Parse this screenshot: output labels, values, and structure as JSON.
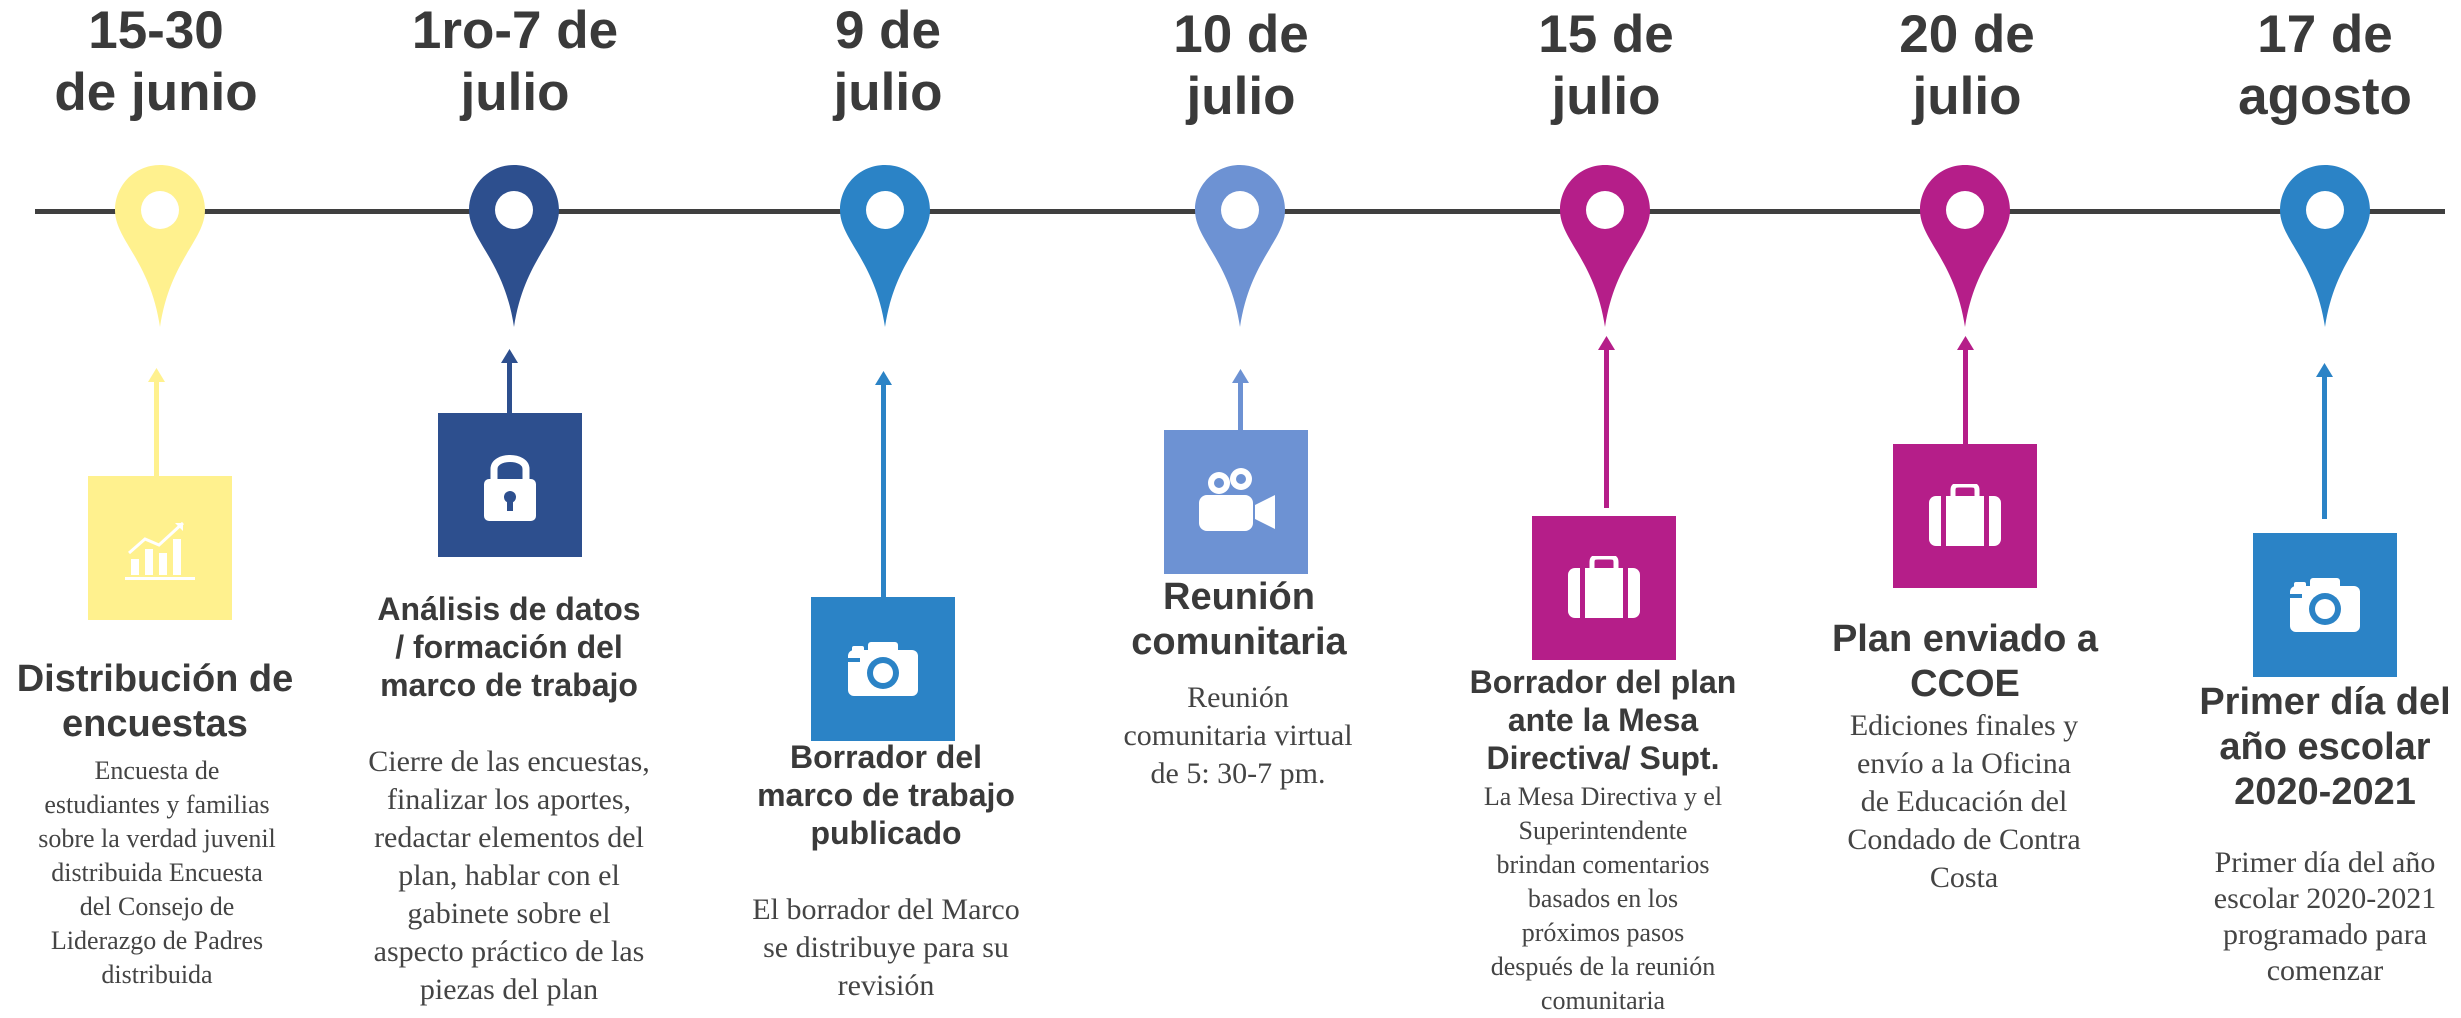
{
  "colors": {
    "axis": "#3f3f3f",
    "yellow": "#fff18e",
    "navy": "#2d4f8e",
    "blue": "#2b83c6",
    "periwinkle": "#6d92d3",
    "magenta": "#b51e89"
  },
  "milestones": [
    {
      "date": "15-30\nde junio",
      "color": "#fff18e",
      "icon": "chart-icon",
      "title": "Distribución de\nencuestas",
      "description": "Encuesta de\nestudiantes y familias\nsobre la verdad juvenil\ndistribuida Encuesta\ndel Consejo de\nLiderazgo de Padres\ndistribuida"
    },
    {
      "date": "1ro-7 de\njulio",
      "color": "#2d4f8e",
      "icon": "lock-icon",
      "title": "Análisis de datos\n/ formación del\nmarco de trabajo",
      "description": "Cierre de las encuestas,\nfinalizar los aportes,\nredactar elementos del\nplan, hablar  con el\ngabinete sobre el\naspecto práctico de las\npiezas del plan"
    },
    {
      "date": "9 de\njulio",
      "color": "#2b83c6",
      "icon": "camera-icon",
      "title": "Borrador del\nmarco de trabajo\npublicado",
      "description": "El borrador del Marco\nse distribuye para su\nrevisión"
    },
    {
      "date": "10 de\njulio",
      "color": "#6d92d3",
      "icon": "video-camera-icon",
      "title": "Reunión\ncomunitaria",
      "description": "Reunión\ncomunitaria virtual\nde 5: 30-7 pm."
    },
    {
      "date": "15 de\njulio",
      "color": "#b51e89",
      "icon": "briefcase-icon",
      "title": "Borrador del plan\nante la  Mesa\nDirectiva/ Supt.",
      "description": "La Mesa Directiva y el\nSuperintendente\nbrindan comentarios\nbasados en los\npróximos pasos\ndespués de la reunión\ncomunitaria"
    },
    {
      "date": "20 de\njulio",
      "color": "#b51e89",
      "icon": "briefcase-icon",
      "title": "Plan enviado a\nCCOE",
      "description": "Ediciones finales y\nenvío a la Oficina\nde Educación del\nCondado de Contra\nCosta"
    },
    {
      "date": "17 de\nagosto",
      "color": "#2b83c6",
      "icon": "camera-icon",
      "title": "Primer día del\naño escolar\n2020-2021",
      "description": "Primer día del año\nescolar 2020-2021\nprogramado para\ncomenzar"
    }
  ]
}
